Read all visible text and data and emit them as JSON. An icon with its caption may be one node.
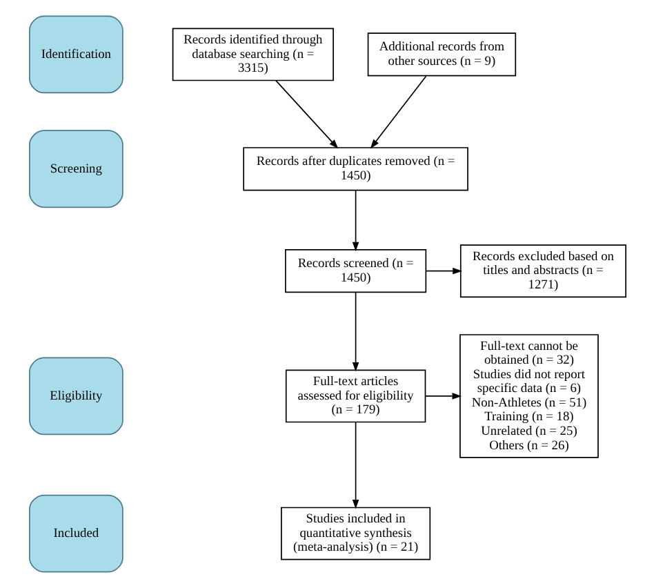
{
  "diagram": {
    "nodes": [
      {
        "text": [
          "Identification"
        ]
      },
      {
        "text": [
          "Screening"
        ]
      },
      {
        "text": [
          "Eligibility"
        ]
      },
      {
        "text": [
          "Included"
        ]
      },
      {
        "text": [
          "Records identified through database searching (n = 3315)"
        ]
      },
      {
        "text": [
          "Additional records from other sources (n = 9)"
        ]
      },
      {
        "text": [
          "Records after duplicates removed (n = 1450)"
        ]
      },
      {
        "text": [
          "Records screened (n = 1450)"
        ]
      },
      {
        "text": [
          "Records excluded based on titles and abstracts (n = 1271)"
        ]
      },
      {
        "text": [
          "Full-text articles assessed for eligibility (n = 179)"
        ]
      },
      {
        "text": [
          "Full-text cannot be obtained (n = 32) Studies did not report specific data (n = 6) Non-Athletes (n = 51) Training (n = 18) Unrelated (n = 25) Others (n = 26)"
        ]
      },
      {
        "text": [
          "Studies included in quantitative synthesis (meta-analysis) (n = 21)"
        ]
      }
    ],
    "edges": [
      {
        "from": 4,
        "to": 6,
        "arrow": "to"
      },
      {
        "from": 5,
        "to": 6,
        "arrow": "to"
      },
      {
        "from": 6,
        "to": 7,
        "arrow": "to"
      },
      {
        "from": 7,
        "to": 8,
        "arrow": "to"
      },
      {
        "from": 7,
        "to": 9,
        "arrow": "to"
      },
      {
        "from": 9,
        "to": 10,
        "arrow": "to"
      },
      {
        "from": 9,
        "to": 11,
        "arrow": "to"
      }
    ]
  }
}
